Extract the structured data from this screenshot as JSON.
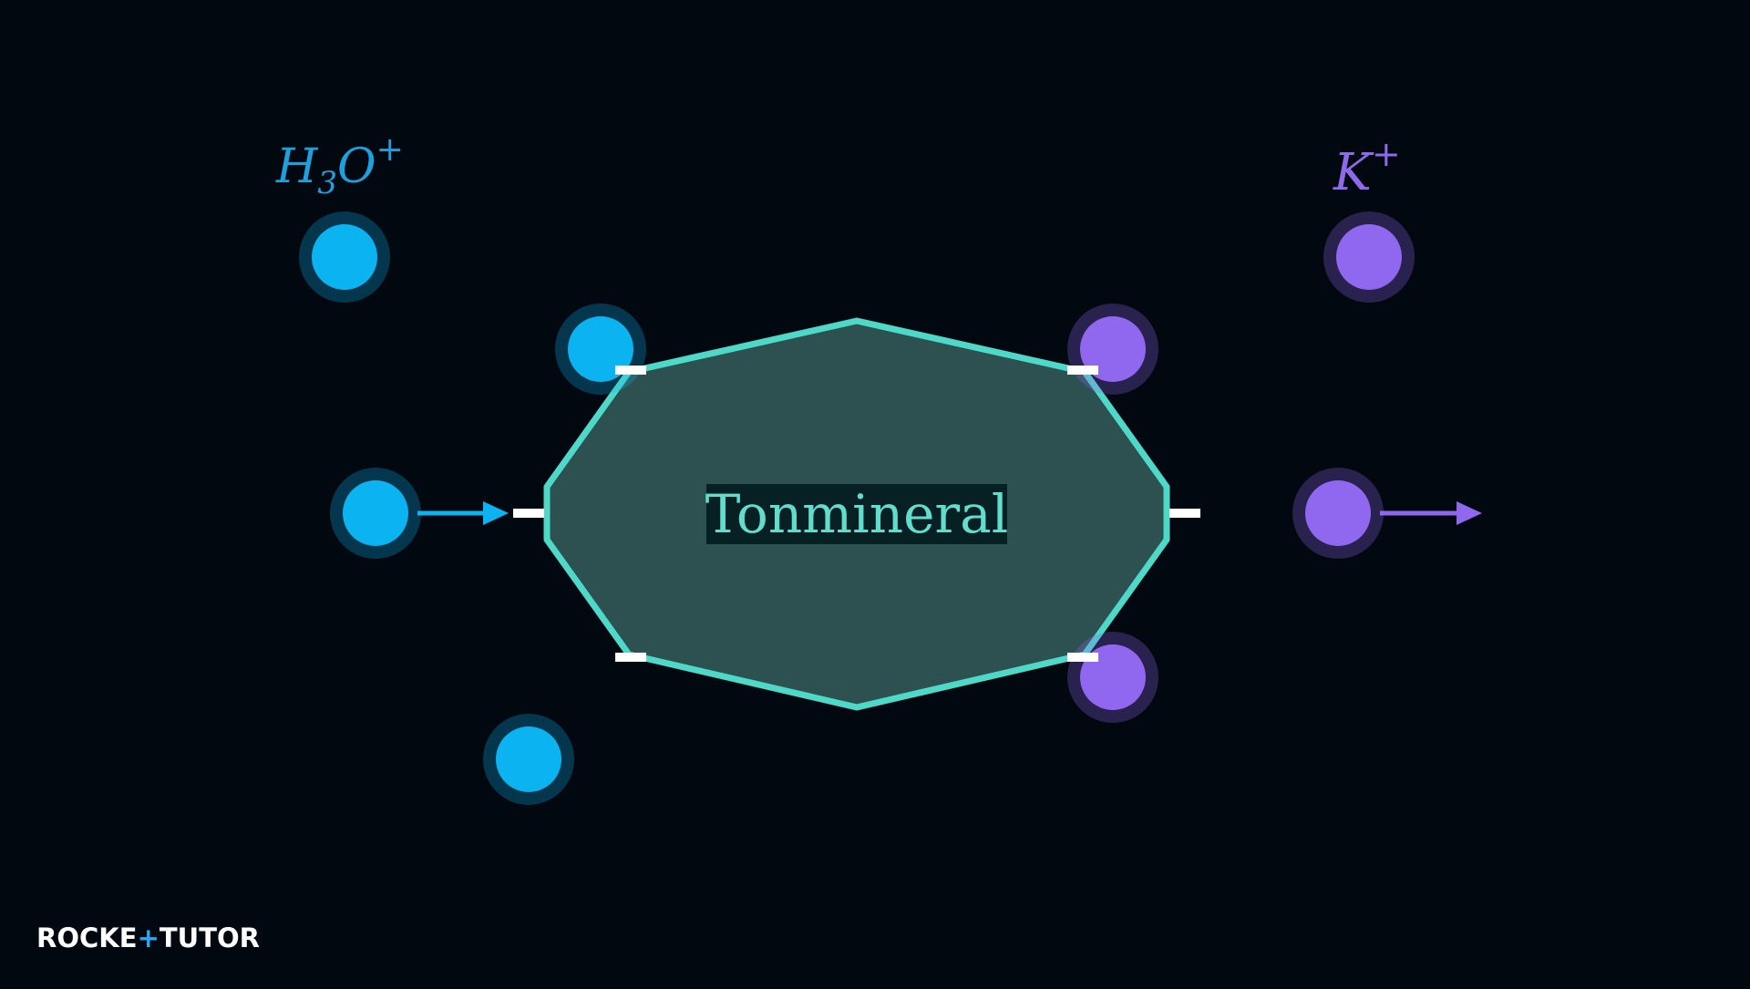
{
  "diagram": {
    "center_label": "Tonmineral",
    "left_ion": {
      "base": "H",
      "sub": "3",
      "mid": "O",
      "sup": "+"
    },
    "right_ion": {
      "base": "K",
      "sup": "+"
    }
  },
  "logo": {
    "part1": "ROCKE",
    "part2": "TUTO",
    "part3": "R"
  },
  "colors": {
    "background": "#020810",
    "clay_fill": "#2d5150",
    "clay_stroke": "#4ed8c8",
    "h3o": "#0bb4f0",
    "h3o_label": "#1ea0dc",
    "k": "#9068f0",
    "k_label": "#8e6ae8",
    "charge_marker": "#ffffff",
    "label_box": "#062024",
    "label_text": "#62dccd"
  }
}
